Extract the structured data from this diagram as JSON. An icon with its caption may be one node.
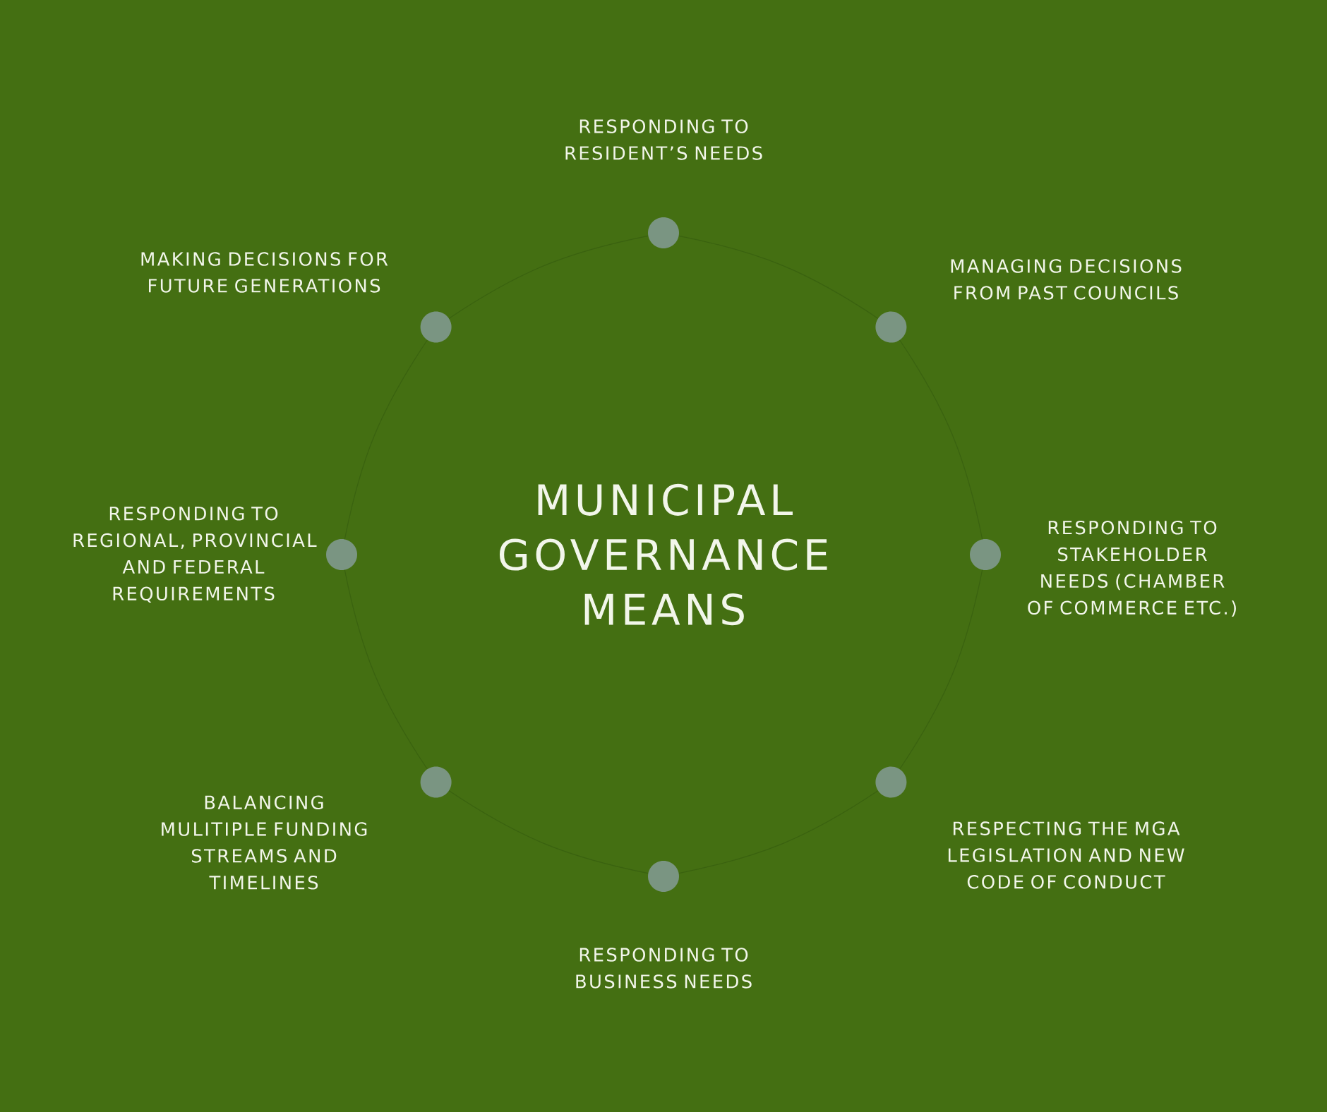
{
  "diagram": {
    "title": "MUNICIPAL GOVERNANCE MEANS",
    "nodes": [
      {
        "text": [],
        "shape": "circle",
        "beside": [
          "RESPONDING TO RESIDENT’S NEEDS"
        ]
      },
      {
        "text": [],
        "shape": "circle",
        "beside": [
          "MANAGING DECISIONS FROM PAST COUNCILS"
        ]
      },
      {
        "text": [],
        "shape": "circle",
        "beside": [
          "RESPONDING TO STAKEHOLDER NEEDS (CHAMBER OF COMMERCE ETC.)"
        ]
      },
      {
        "text": [],
        "shape": "circle",
        "beside": [
          "RESPECTING THE MGA LEGISLATION AND NEW CODE OF CONDUCT"
        ]
      },
      {
        "text": [],
        "shape": "circle",
        "beside": [
          "RESPONDING TO BUSINESS NEEDS"
        ]
      },
      {
        "text": [],
        "shape": "circle",
        "beside": [
          "BALANCING MULITIPLE FUNDING STREAMS AND TIMELINES"
        ]
      },
      {
        "text": [],
        "shape": "circle",
        "beside": [
          "RESPONDING TO REGIONAL, PROVINCIAL AND FEDERAL REQUIREMENTS"
        ]
      },
      {
        "text": [],
        "shape": "circle",
        "beside": [
          "MAKING DECISIONS FOR FUTURE GENERATIONS"
        ]
      }
    ],
    "edges": [
      {
        "from": 0,
        "to": 1,
        "arrow": "none"
      },
      {
        "from": 1,
        "to": 2,
        "arrow": "none"
      },
      {
        "from": 2,
        "to": 3,
        "arrow": "none"
      },
      {
        "from": 3,
        "to": 4,
        "arrow": "none"
      },
      {
        "from": 4,
        "to": 5,
        "arrow": "none"
      },
      {
        "from": 5,
        "to": 6,
        "arrow": "none"
      },
      {
        "from": 6,
        "to": 7,
        "arrow": "none"
      },
      {
        "from": 7,
        "to": 0,
        "arrow": "none"
      }
    ]
  }
}
